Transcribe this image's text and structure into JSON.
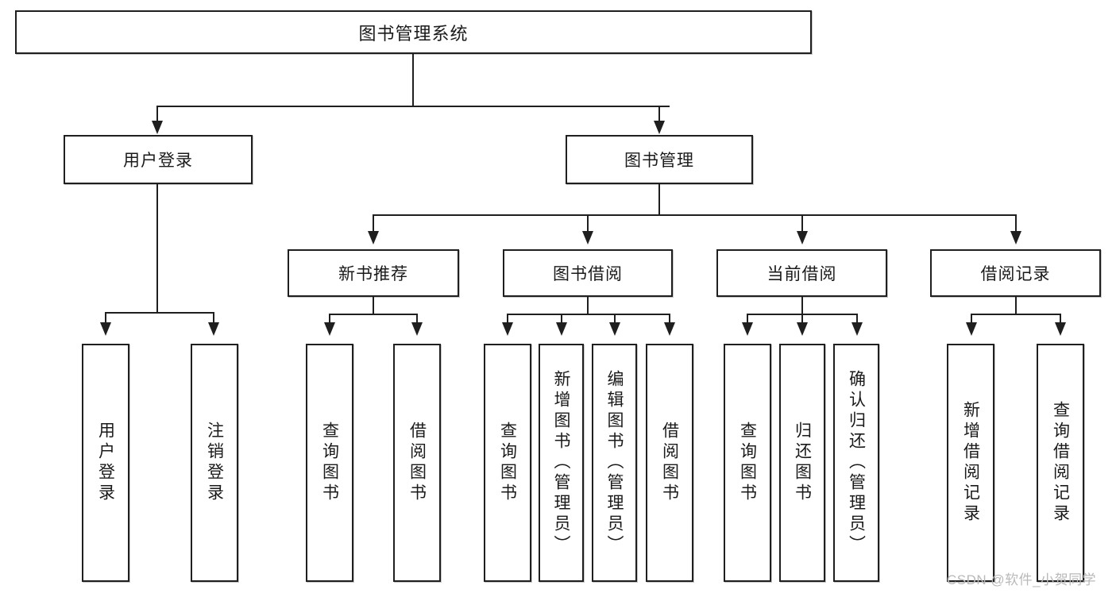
{
  "diagram": {
    "title": "图书管理系统",
    "type": "hierarchy-tree",
    "root": {
      "id": "root",
      "label": "图书管理系统",
      "orientation": "horizontal"
    },
    "level1": [
      {
        "id": "user-login",
        "label": "用户登录",
        "orientation": "horizontal"
      },
      {
        "id": "book-manage",
        "label": "图书管理",
        "orientation": "horizontal"
      }
    ],
    "level2": [
      {
        "id": "new-book-rec",
        "label": "新书推荐",
        "orientation": "horizontal",
        "parent": "book-manage"
      },
      {
        "id": "book-borrow",
        "label": "图书借阅",
        "orientation": "horizontal",
        "parent": "book-manage"
      },
      {
        "id": "current-borrow",
        "label": "当前借阅",
        "orientation": "horizontal",
        "parent": "book-manage"
      },
      {
        "id": "borrow-record",
        "label": "借阅记录",
        "orientation": "horizontal",
        "parent": "book-manage"
      }
    ],
    "leaves": [
      {
        "id": "leaf-user-login",
        "label": "用户登录",
        "parent": "user-login",
        "orientation": "vertical"
      },
      {
        "id": "leaf-user-logout",
        "label": "注销登录",
        "parent": "user-login",
        "orientation": "vertical"
      },
      {
        "id": "leaf-query-book-1",
        "label": "查询图书",
        "parent": "new-book-rec",
        "orientation": "vertical"
      },
      {
        "id": "leaf-borrow-book-1",
        "label": "借阅图书",
        "parent": "new-book-rec",
        "orientation": "vertical"
      },
      {
        "id": "leaf-query-book-2",
        "label": "查询图书",
        "parent": "book-borrow",
        "orientation": "vertical"
      },
      {
        "id": "leaf-add-book",
        "label": "新增图书（管理员）",
        "parent": "book-borrow",
        "orientation": "vertical"
      },
      {
        "id": "leaf-edit-book",
        "label": "编辑图书（管理员）",
        "parent": "book-borrow",
        "orientation": "vertical"
      },
      {
        "id": "leaf-borrow-book-2",
        "label": "借阅图书",
        "parent": "book-borrow",
        "orientation": "vertical"
      },
      {
        "id": "leaf-query-book-3",
        "label": "查询图书",
        "parent": "current-borrow",
        "orientation": "vertical"
      },
      {
        "id": "leaf-return-book",
        "label": "归还图书",
        "parent": "current-borrow",
        "orientation": "vertical"
      },
      {
        "id": "leaf-confirm-return",
        "label": "确认归还（管理员）",
        "parent": "current-borrow",
        "orientation": "vertical"
      },
      {
        "id": "leaf-add-record",
        "label": "新增借阅记录",
        "parent": "borrow-record",
        "orientation": "vertical"
      },
      {
        "id": "leaf-query-record",
        "label": "查询借阅记录",
        "parent": "borrow-record",
        "orientation": "vertical"
      }
    ],
    "colors": {
      "stroke": "#1f1f1f",
      "fill": "#ffffff",
      "text": "#1a1a1a",
      "watermark": "#b9b9b9"
    }
  },
  "watermark": {
    "text": "CSDN @软件_小贺同学"
  }
}
